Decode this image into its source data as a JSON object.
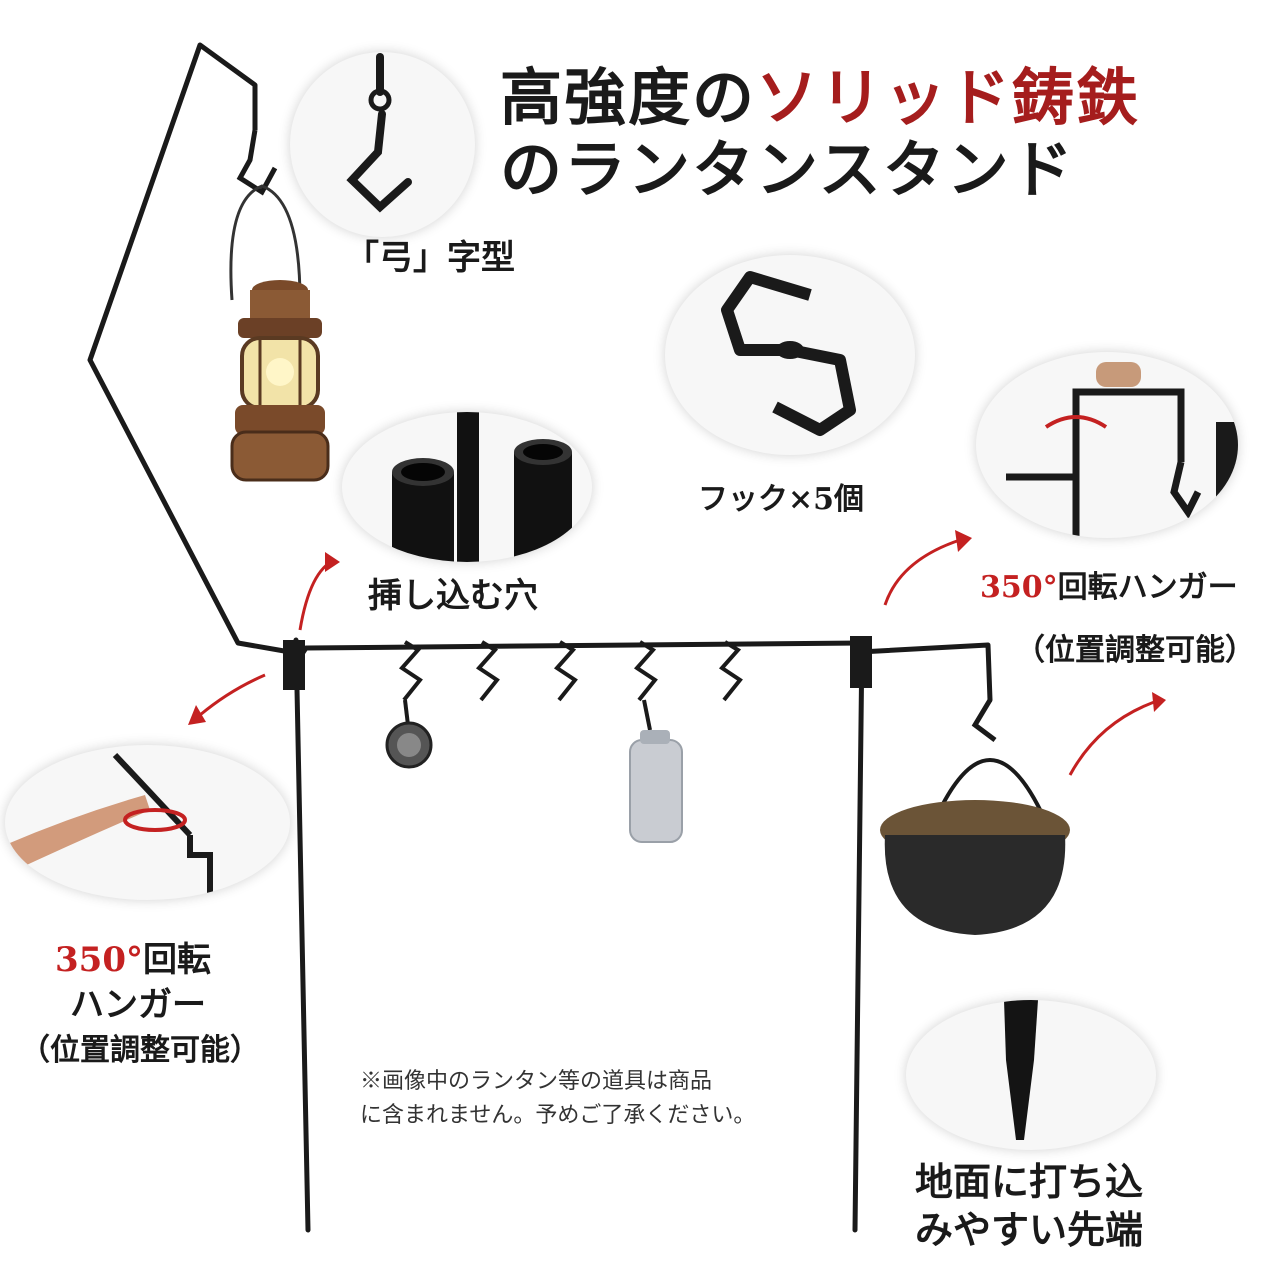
{
  "title": {
    "line1_black_a": "高強度の",
    "line1_red": "ソリッド鋳鉄",
    "line2": "のランタンスタンド"
  },
  "labels": {
    "hook_shape": "「弓」字型",
    "hooks_count": "フック×5個",
    "insert_hole": "挿し込む穴",
    "right_rotation_num": "350°",
    "right_rotation_text": "回転ハンガー",
    "right_adjust": "（位置調整可能）",
    "left_rotation_num": "350°",
    "left_rotation_text": "回転",
    "left_hanger": "ハンガー",
    "left_adjust": "（位置調整可能）",
    "spike_line1": "地面に打ち込",
    "spike_line2": "みやすい先端"
  },
  "note": {
    "line1": "※画像中のランタン等の道具は商品",
    "line2": "に含まれません。予めご了承ください。"
  },
  "colors": {
    "accent_red": "#c42121",
    "title_red": "#a51d1d",
    "metal": "#1a1a1a"
  },
  "icons": [
    "hook-icon",
    "s-hook-icon",
    "pipe-icon",
    "rotation-arrow-icon",
    "lantern-icon",
    "pot-icon",
    "spike-icon"
  ]
}
